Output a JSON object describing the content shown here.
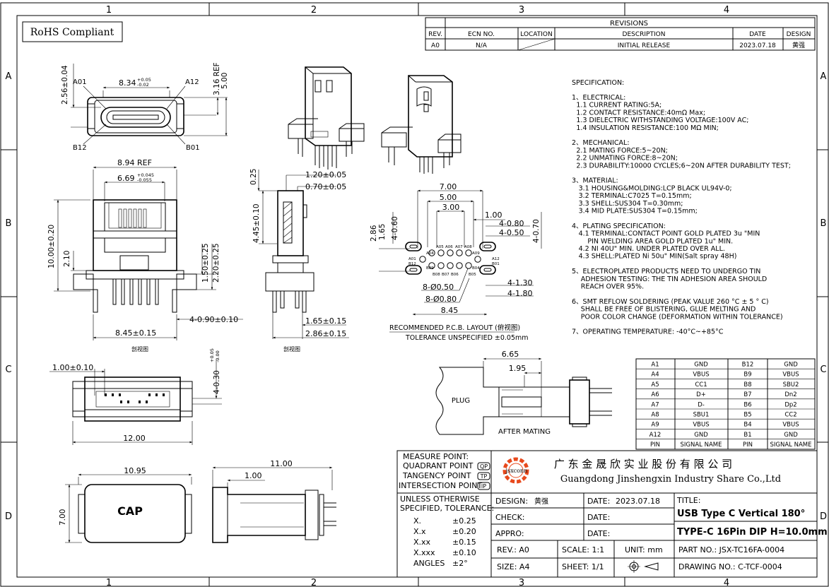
{
  "frame": {
    "columns": [
      "1",
      "2",
      "3",
      "4"
    ],
    "rows": [
      "A",
      "B",
      "C",
      "D"
    ]
  },
  "rohs": "RoHS Compliant",
  "revisions": {
    "title": "REVISIONS",
    "headers": [
      "REV.",
      "ECN NO.",
      "LOCATION",
      "DESCRIPTION",
      "DATE",
      "DESIGN"
    ],
    "row": [
      "A0",
      "N/A",
      "",
      "INITIAL RELEASE",
      "2023.07.18",
      "黄强"
    ]
  },
  "spec": {
    "heading": "SPECIFICATION:",
    "lines": [
      "1、ELECTRICAL:",
      "  1.1 CURRENT RATING:5A;",
      "  1.2 CONTACT RESISTANCE:40mΩ Max;",
      "  1.3 DIELECTRIC WITHSTANDING VOLTAGE:100V AC;",
      "  1.4 INSULATION RESISTANCE:100 MΩ MIN;",
      "",
      "2、MECHANICAL:",
      "  2.1 MATING FORCE:5~20N;",
      "  2.2 UNMATING FORCE:8~20N;",
      "  2.3 DURABILITY:10000 CYCLES;6~20N AFTER DURABILITY TEST;",
      "",
      "3、MATERIAL:",
      "   3.1 HOUSING&MOLDING:LCP BLACK UL94V-0;",
      "   3.2 TERMINAL:C7025 T=0.15mm;",
      "   3.3 SHELL:SUS304 T=0.30mm;",
      "   3.4 MID PLATE:SUS304 T=0.15mm;",
      "",
      "4、PLATING SPECIFICATION:",
      "   4.1 TERMINAL:CONTACT POINT GOLD PLATED 3u \"MIN",
      "       PIN WELDING AREA GOLD PLATED 1u\" MIN.",
      "   4.2 NI 40U\" MIN. UNDER PLATED OVER ALL.",
      "   4.3 SHELL:PLATED Ni 50u\" MIN(Salt spray 48H)",
      "",
      "5、ELECTROPLATED PRODUCTS NEED TO UNDERGO TIN",
      "    ADHESION TESTING: THE TIN ADHESION AREA SHOULD",
      "    REACH OVER 95%.",
      "",
      "6、SMT REFLOW SOLDERING (PEAK VALUE 260 °C ± 5 ° C)",
      "    SHALL BE FREE OF BLISTERING, GLUE MELTING AND",
      "    POOR COLOR CHANGE (DEFORMATION WITHIN TOLERANCE)",
      "",
      "7、OPERATING TEMPERATURE: -40°C~+85°C"
    ]
  },
  "pin_table": {
    "rows": [
      [
        "A1",
        "GND",
        "B12",
        "GND"
      ],
      [
        "A4",
        "VBUS",
        "B9",
        "VBUS"
      ],
      [
        "A5",
        "CC1",
        "B8",
        "SBU2"
      ],
      [
        "A6",
        "D+",
        "B7",
        "Dn2"
      ],
      [
        "A7",
        "D-",
        "B6",
        "Dp2"
      ],
      [
        "A8",
        "SBU1",
        "B5",
        "CC2"
      ],
      [
        "A9",
        "VBUS",
        "B4",
        "VBUS"
      ],
      [
        "A12",
        "GND",
        "B1",
        "GND"
      ],
      [
        "PIN",
        "SIGNAL NAME",
        "PIN",
        "SIGNAL NAME"
      ]
    ]
  },
  "dims": {
    "top_w": "8.34",
    "top_w_tol_plus": "+0.05",
    "top_w_tol_minus": "-0.02",
    "a01": "A01",
    "a12": "A12",
    "b12": "B12",
    "b01": "B01",
    "h256": "2.56±0.04",
    "h316": "3.16 REF",
    "h500": "5.00",
    "w894": "8.94 REF",
    "w669": "6.69",
    "w669_p": "+0.045",
    "w669_m": "-0.055",
    "h1000": "10.00±0.20",
    "h210": "2.10",
    "h150": "1.50±0.25",
    "h220": "2.20±0.25",
    "w090": "4-0.90±0.10",
    "w845": "8.45±0.15",
    "sec1": "剖视图",
    "s025": "0.25",
    "s120": "1.20±0.05",
    "s070": "0.70±0.05",
    "s445": "4.45±0.10",
    "s165": "1.65±0.15",
    "s286": "2.86±0.15",
    "sec2": "剖视图",
    "p700": "7.00",
    "p500": "5.00",
    "p300": "3.00",
    "p100": "1.00",
    "p060": "4-0.60",
    "p286": "2.86",
    "p165": "1.65",
    "p480": "4-0.80",
    "p450": "4-0.50",
    "p470": "4-0.70",
    "p130": "4-1.30",
    "p180": "4-1.80",
    "p850": "8-Ø0.50",
    "p880": "8-Ø0.80",
    "p845": "8.45",
    "pcb_title": "RECOMMENDED P.C.B. LAYOUT (俯视图)",
    "tolerance": "TOLERANCE UNSPECIFIED ±0.05mm",
    "f100": "1.00±0.10",
    "f030": "4-0.30",
    "f030_p": "+0.05",
    "f030_m": "-0.00",
    "f1200": "12.00",
    "m665": "6.65",
    "m195": "1.95",
    "plug": "PLUG",
    "after_mating": "AFTER MATING",
    "c1095": "10.95",
    "c700": "7.00",
    "cap": "CAP",
    "r1100": "11.00",
    "r100": "1.00"
  },
  "pcb_pins": {
    "top": [
      "A05",
      "A06",
      "A07",
      "A08"
    ],
    "a04": "A04",
    "a09": "A09",
    "a01": "A01",
    "b12": "B12",
    "a12": "A12",
    "b01": "B01",
    "b09": "B09",
    "b04": "B04",
    "bottom": [
      "B08",
      "B07",
      "B06",
      "B05"
    ]
  },
  "title_block": {
    "measure": [
      "MEASURE POINT:",
      "QUADRANT POINT",
      "TANGENCY POINT",
      "INTERSECTION POINT"
    ],
    "measure_codes": [
      "QP",
      "TP",
      "IP"
    ],
    "logo_text": "jsxconn",
    "company_cn": "广 东 金 晟 欣 实 业 股 份 有 限 公 司",
    "company_en": "Guangdong Jinshengxin Industry Share Co.,Ltd",
    "tol_title_1": "UNLESS OTHERWISE",
    "tol_title_2": "SPECIFIED, TOLERANCE:",
    "tol_rows": [
      [
        "X.",
        "±0.25"
      ],
      [
        "X.x",
        "±0.20"
      ],
      [
        "X.xx",
        "±0.15"
      ],
      [
        "X.xxx",
        "±0.10"
      ],
      [
        "ANGLES",
        "±2°"
      ]
    ],
    "design_label": "DESIGN:",
    "design_value": "黄强",
    "check_label": "CHECK:",
    "appro_label": "APPRO:",
    "date_label": "DATE:",
    "date_value": "2023.07.18",
    "title_label": "TITLE:",
    "title_1": "USB Type C Vertical 180°",
    "title_2": "TYPE-C 16Pin DIP H=10.0mm",
    "rev_label": "REV.: A0",
    "scale_label": "SCALE: 1:1",
    "unit_label": "UNIT: mm",
    "part_label": "PART NO.: JSX-TC16FA-0004",
    "size_label": "SIZE: A4",
    "sheet_label": "SHEET: 1/1",
    "drawing_label": "DRAWING NO.: C-TCF-0004"
  }
}
